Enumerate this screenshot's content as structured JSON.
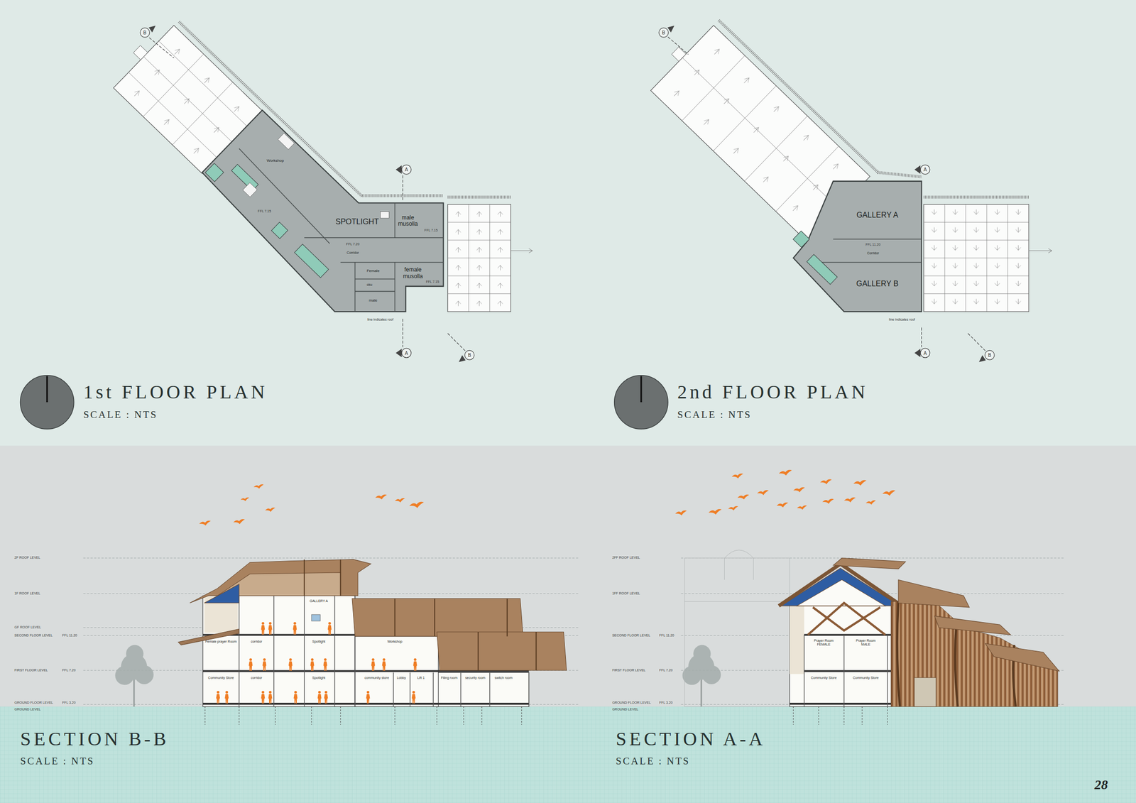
{
  "diagram": {
    "nodes": [
      {
        "text": [
          "SPOTLIGHT"
        ]
      },
      {
        "text": [
          "male musolla"
        ]
      },
      {
        "text": [
          "female musolla"
        ]
      },
      {
        "text": [
          "Corridor"
        ]
      },
      {
        "text": [
          "Female"
        ]
      },
      {
        "text": [
          "oku"
        ]
      },
      {
        "text": [
          "male"
        ]
      },
      {
        "text": [
          "Workshop"
        ]
      },
      {
        "text": [
          "GALLERY A"
        ]
      },
      {
        "text": [
          "GALLERY B"
        ]
      },
      {
        "text": [
          "Corridor"
        ]
      },
      {
        "text": [
          "GALLERY A"
        ]
      },
      {
        "text": [
          "Female prayer Room"
        ]
      },
      {
        "text": [
          "corridor"
        ]
      },
      {
        "text": [
          "Spotlight"
        ]
      },
      {
        "text": [
          "Workshop"
        ]
      },
      {
        "text": [
          "Community Store"
        ]
      },
      {
        "text": [
          "corridor"
        ]
      },
      {
        "text": [
          "Spotlight"
        ]
      },
      {
        "text": [
          "community store"
        ]
      },
      {
        "text": [
          "Lobby"
        ]
      },
      {
        "text": [
          "Lift 1"
        ]
      },
      {
        "text": [
          "Filing room"
        ]
      },
      {
        "text": [
          "security room"
        ]
      },
      {
        "text": [
          "switch room"
        ]
      },
      {
        "text": [
          "Prayer Room FEMALE"
        ]
      },
      {
        "text": [
          "Prayer Room MALE"
        ]
      },
      {
        "text": [
          "Community Store"
        ]
      },
      {
        "text": [
          "Community Store"
        ]
      }
    ],
    "labels": [
      "1st FLOOR PLAN",
      "SCALE : NTS",
      "2nd FLOOR PLAN",
      "SCALE : NTS",
      "SECTION B-B",
      "SCALE : NTS",
      "SECTION A-A",
      "SCALE : NTS",
      "28",
      "B",
      "A",
      "A",
      "B",
      "B",
      "A",
      "A",
      "B",
      "line indicates roof",
      "line indicates roof",
      "FFL 7.20",
      "FFL 7.15",
      "FFL 7.15",
      "FFL 7.15",
      "FFL 11.20",
      "2F ROOF LEVEL",
      "1F ROOF LEVEL",
      "GF ROOF LEVEL",
      "SECOND FLOOR LEVEL",
      "FFL 11.20",
      "FIRST FLOOR LEVEL",
      "FFL 7.20",
      "GROUND FLOOR LEVEL",
      "FFL 3.20",
      "GROUND LEVEL",
      "2FF ROOF LEVEL",
      "1FF ROOF LEVEL",
      "SECOND FLOOR LEVEL",
      "FFL 11.20",
      "FIRST FLOOR LEVEL",
      "FFL 7.20",
      "GROUND FLOOR LEVEL",
      "FFL 3.20",
      "GROUND LEVEL"
    ]
  }
}
